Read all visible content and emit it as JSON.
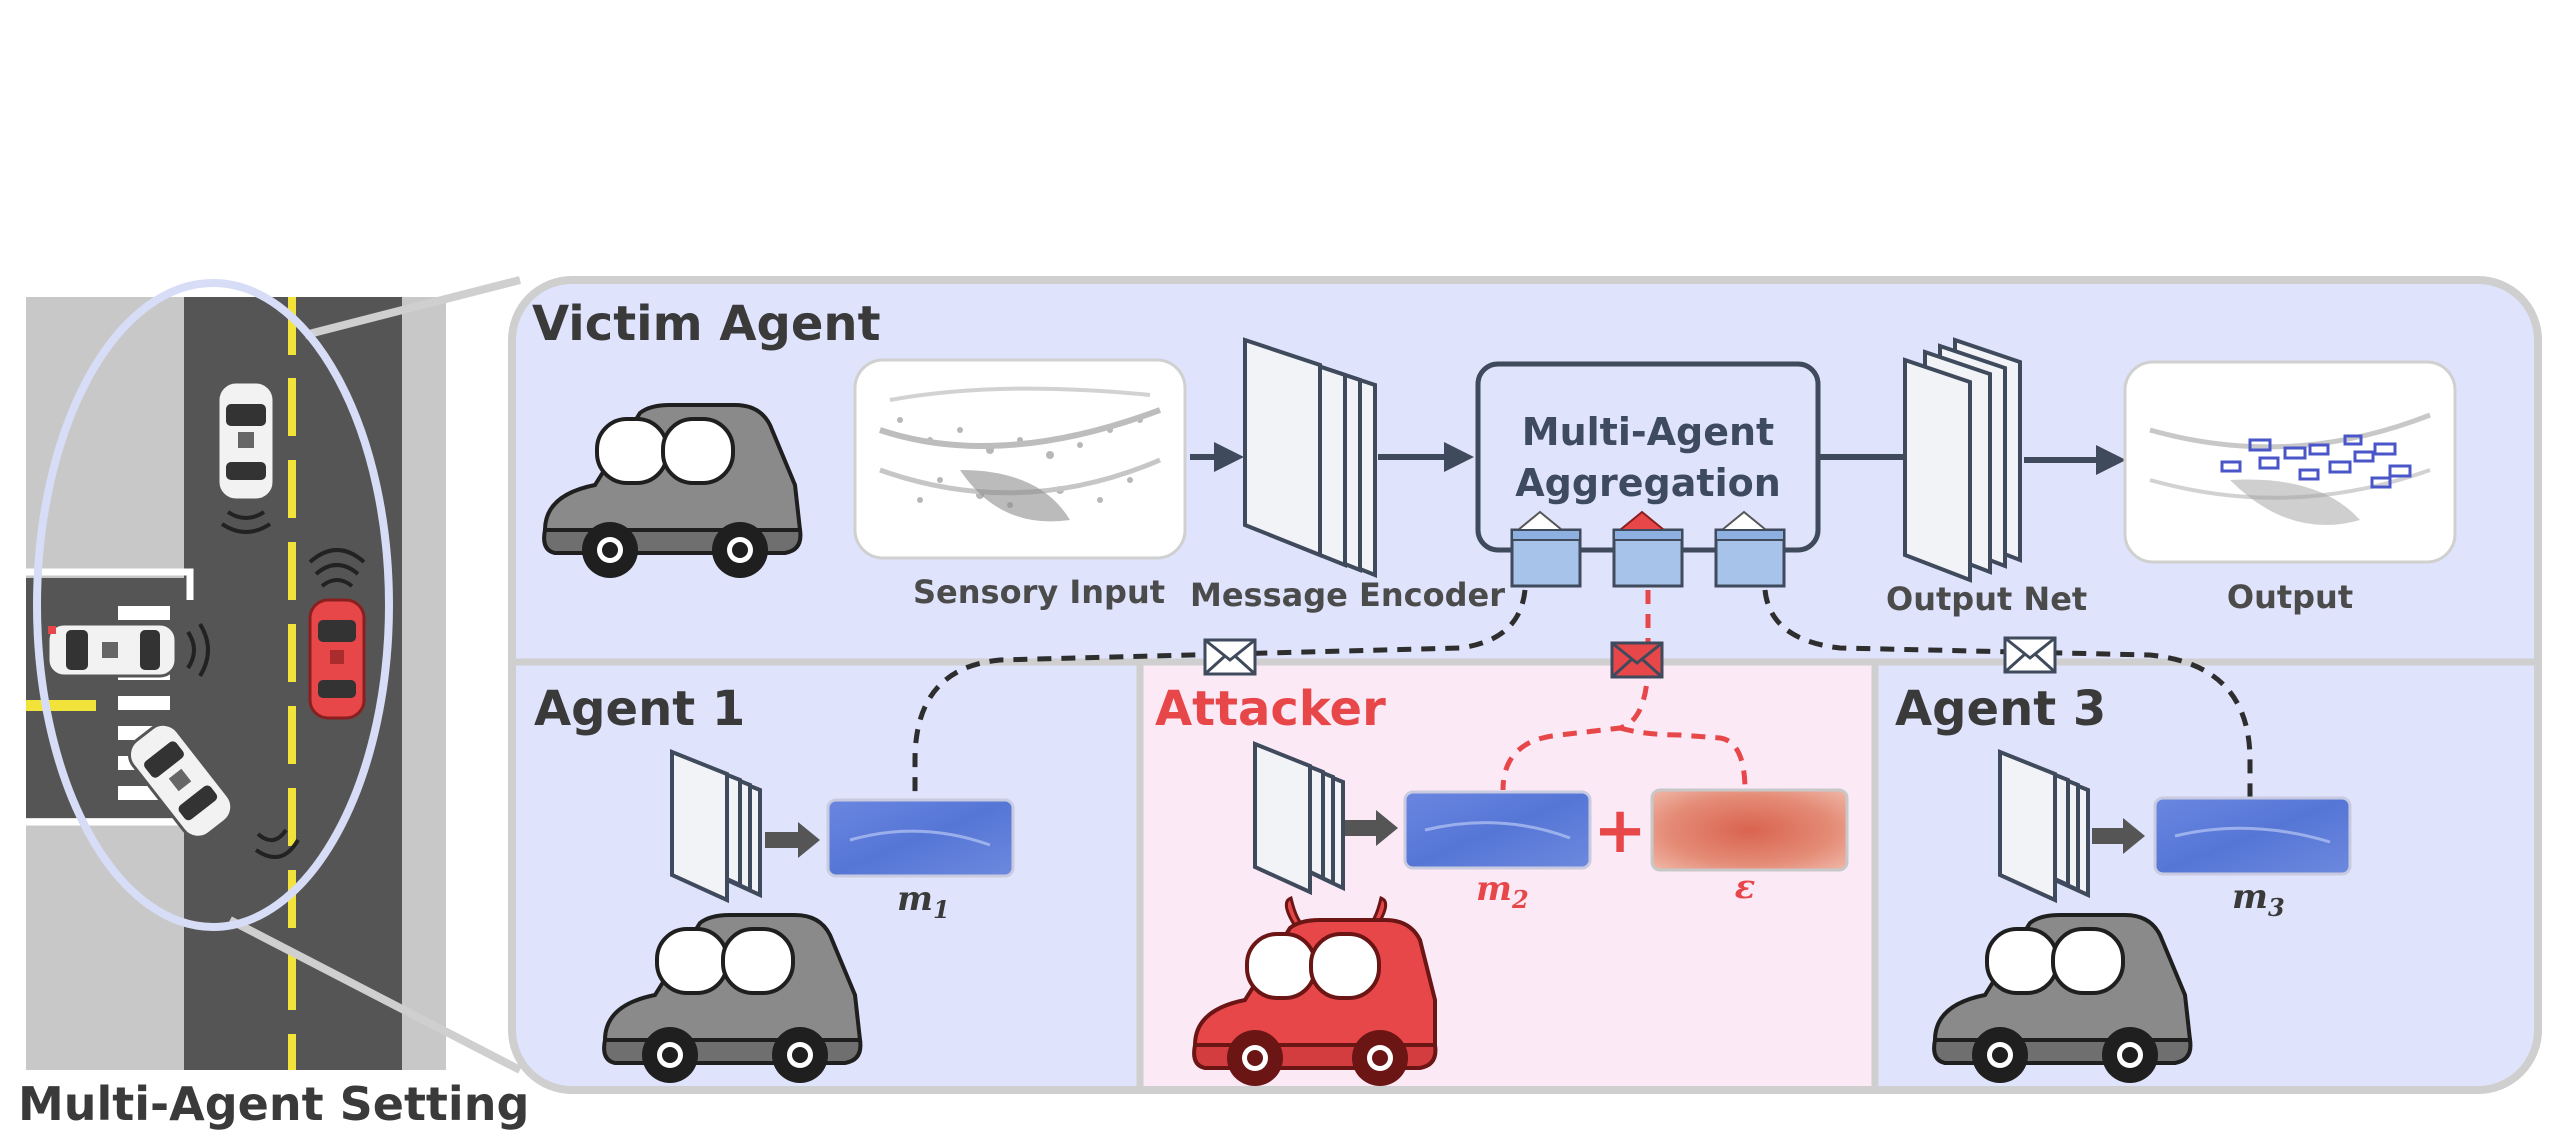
{
  "setting": {
    "caption": "Multi-Agent Setting"
  },
  "victim": {
    "title": "Victim Agent",
    "sensory_input_label": "Sensory Input",
    "message_encoder_label": "Message Encoder",
    "aggregation_label_line1": "Multi-Agent",
    "aggregation_label_line2": "Aggregation",
    "output_net_label": "Output Net",
    "output_label": "Output"
  },
  "agent1": {
    "title": "Agent 1",
    "message_label": "m",
    "message_sub": "1"
  },
  "attacker": {
    "title": "Attacker",
    "message_label": "m",
    "message_sub": "2",
    "plus": "+",
    "perturbation_label": "ε"
  },
  "agent3": {
    "title": "Agent 3",
    "message_label": "m",
    "message_sub": "3"
  },
  "colors": {
    "panel_blue": "#dfe3fb",
    "panel_pink": "#fbe9f6",
    "attacker_red": "#e8474a",
    "message_blue": "#5a7ad8",
    "road_dark": "#555555",
    "lane_yellow": "#f2e33a"
  }
}
